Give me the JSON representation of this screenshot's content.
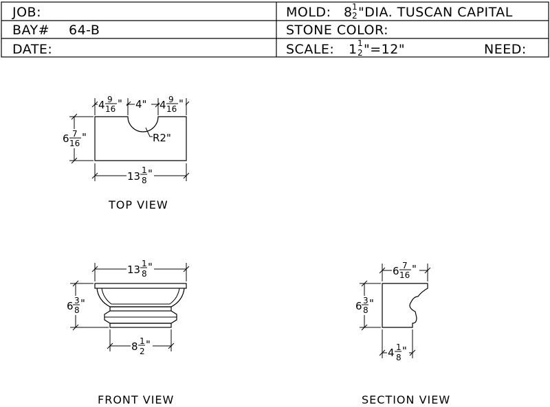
{
  "title_block": {
    "job_label": "JOB:",
    "bay_label": "BAY#",
    "bay_value": "64-B",
    "date_label": "DATE:",
    "mold_label": "MOLD:",
    "mold_whole": "8",
    "mold_frac_num": "1",
    "mold_frac_den": "2",
    "mold_rest": "\"DIA. TUSCAN CAPITAL",
    "stone_color_label": "STONE COLOR:",
    "scale_label": "SCALE:",
    "scale_whole": "1",
    "scale_frac_num": "1",
    "scale_frac_den": "2",
    "scale_rest": "\"=12\"",
    "need_label": "NEED:"
  },
  "top_view": {
    "label": "TOP VIEW",
    "dim_left_whole": "4",
    "dim_left_num": "9",
    "dim_left_den": "16",
    "dim_mid": "4\"",
    "dim_right_whole": "4",
    "dim_right_num": "9",
    "dim_right_den": "16",
    "dim_height_whole": "6",
    "dim_height_num": "7",
    "dim_height_den": "16",
    "dim_radius": "R2\"",
    "dim_width_whole": "13",
    "dim_width_num": "1",
    "dim_width_den": "8"
  },
  "front_view": {
    "label": "FRONT VIEW",
    "dim_width_whole": "13",
    "dim_width_num": "1",
    "dim_width_den": "8",
    "dim_height_whole": "6",
    "dim_height_num": "3",
    "dim_height_den": "8",
    "dim_base_whole": "8",
    "dim_base_num": "1",
    "dim_base_den": "2"
  },
  "section_view": {
    "label": "SECTION VIEW",
    "dim_top_whole": "6",
    "dim_top_num": "7",
    "dim_top_den": "16",
    "dim_height_whole": "6",
    "dim_height_num": "3",
    "dim_height_den": "8",
    "dim_bottom_whole": "4",
    "dim_bottom_num": "1",
    "dim_bottom_den": "8"
  },
  "inch_mark": "\""
}
